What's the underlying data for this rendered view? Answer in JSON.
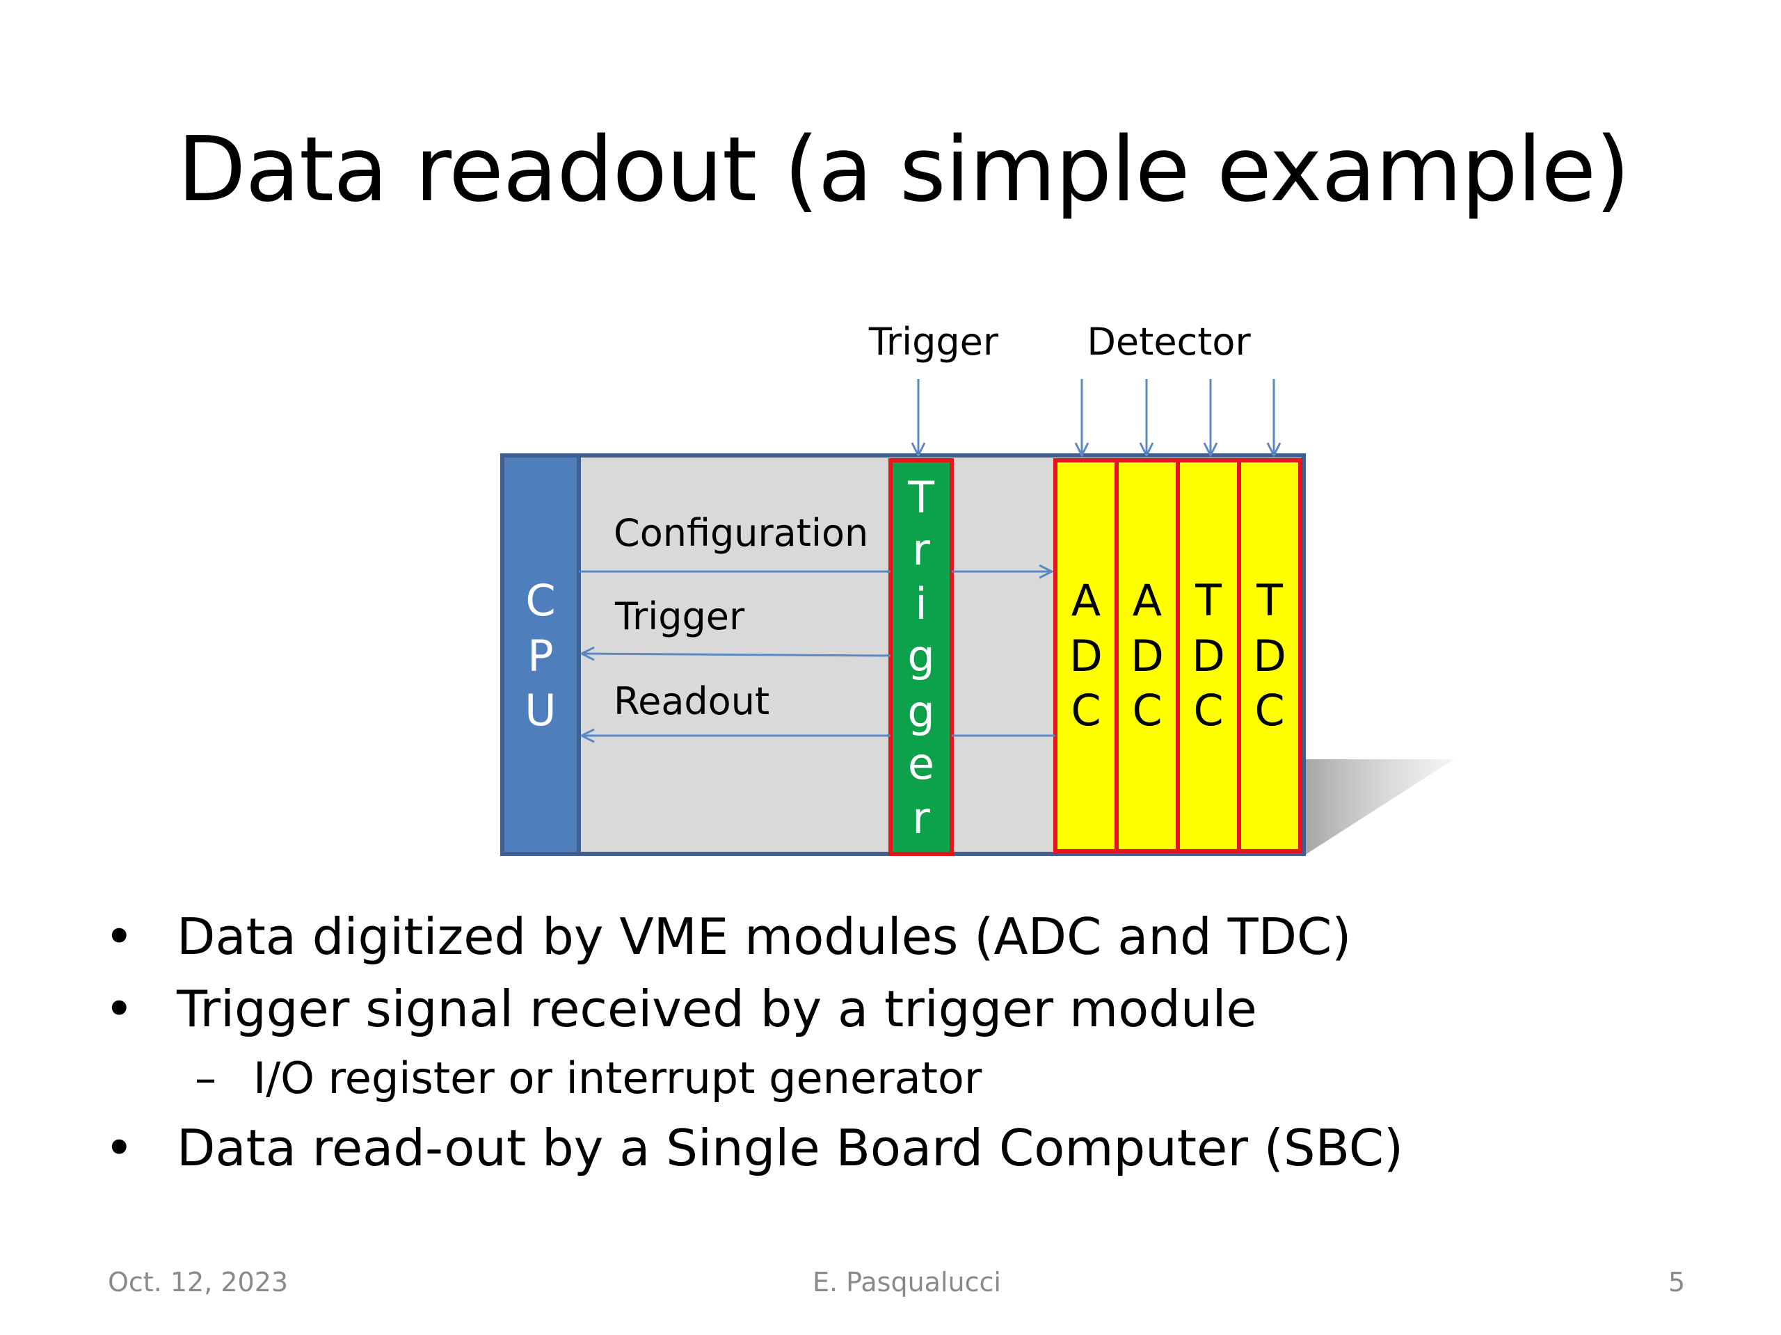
{
  "title": "Data readout (a simple example)",
  "diagram": {
    "top_labels": {
      "trigger": "Trigger",
      "detector": "Detector"
    },
    "cpu_letters": [
      "C",
      "P",
      "U"
    ],
    "trigger_letters": [
      "T",
      "r",
      "i",
      "g",
      "g",
      "e",
      "r"
    ],
    "signals": {
      "configuration": "Configuration",
      "trigger": "Trigger",
      "readout": "Readout"
    },
    "modules": [
      {
        "letters": [
          "A",
          "D",
          "C"
        ]
      },
      {
        "letters": [
          "A",
          "D",
          "C"
        ]
      },
      {
        "letters": [
          "T",
          "D",
          "C"
        ]
      },
      {
        "letters": [
          "T",
          "D",
          "C"
        ]
      }
    ],
    "colors": {
      "cpu": "#4f7ebd",
      "crate": "#d9d9d9",
      "trigger_module": "#0ea14b",
      "module_fill": "#ffff00",
      "module_border": "#e8141b",
      "arrow": "#5b87c5"
    }
  },
  "bullets": [
    {
      "level": 1,
      "marker": "•",
      "text": "Data digitized by VME modules (ADC and TDC)"
    },
    {
      "level": 1,
      "marker": "•",
      "text": "Trigger signal received by a trigger module"
    },
    {
      "level": 2,
      "marker": "–",
      "text": "I/O register or interrupt generator"
    },
    {
      "level": 1,
      "marker": "•",
      "text": "Data read-out by a Single Board Computer (SBC)"
    }
  ],
  "footer": {
    "date": "Oct. 12, 2023",
    "author": "E. Pasqualucci",
    "page": "5"
  }
}
